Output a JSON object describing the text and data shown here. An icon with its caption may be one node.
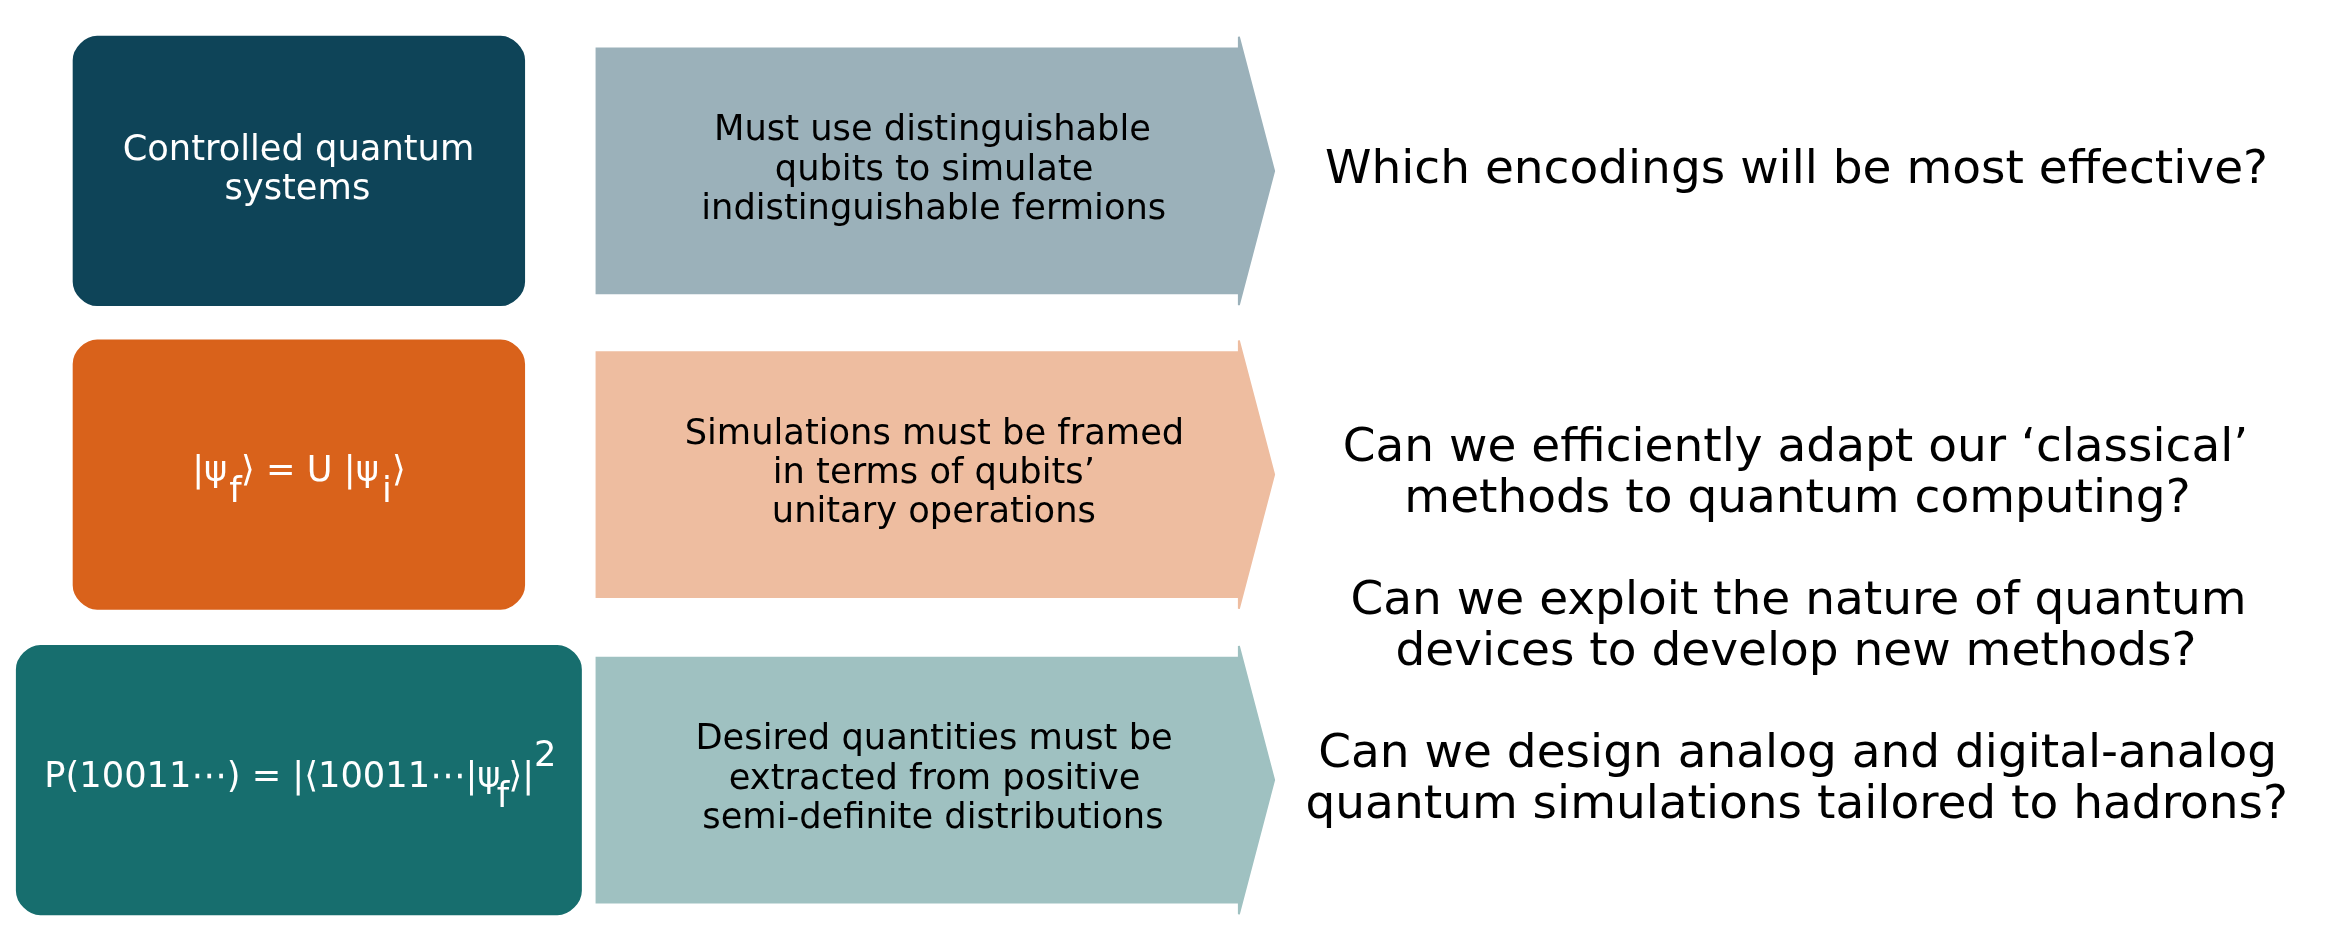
{
  "diagram": {
    "nodes": [
      {
        "text": [
          "Controlled quantum systems"
        ]
      },
      {
        "text": [
          "Must use distinguishable qubits to simulate indistinguishable fermions"
        ]
      },
      {
        "text": [
          "|ψ$_{f}$⟩ = U |ψ$_{i}$⟩"
        ]
      },
      {
        "text": [
          "Simulations must be framed in terms of qubits’ unitary operations"
        ]
      },
      {
        "text": [
          "P(10011⋯) = |⟨10011⋯|ψ$_{f}$⟩|$^{2}$"
        ]
      },
      {
        "text": [
          "Desired quantities must be extracted from positive semi-definite distributions"
        ]
      }
    ],
    "edges": [],
    "labels": [
      "Which encodings will be most effective?",
      "Can we efficiently adapt our ‘classical’ methods to quantum computing?",
      "Can we exploit the nature of quantum devices to develop new methods?",
      "Can we design analog and digital-analog quantum simulations tailored to hadrons?"
    ]
  }
}
